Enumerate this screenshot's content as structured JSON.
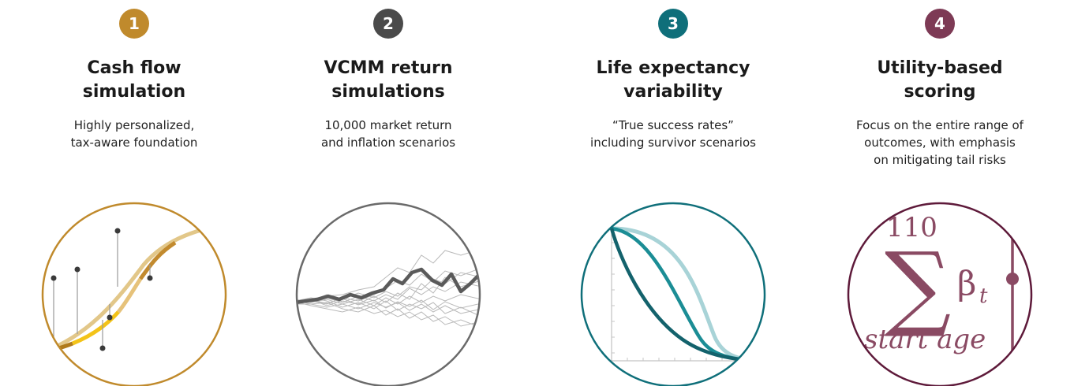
{
  "colors": {
    "step1": "#c08a2c",
    "step2": "#4a4a4a",
    "step3": "#0f6f7a",
    "step4": "#7d3a55",
    "circle4": "#5e1a3a",
    "circle2": "#6a6a6a"
  },
  "steps": [
    {
      "number": "1",
      "title_lines": [
        "Cash flow",
        "simulation"
      ],
      "desc_lines": [
        "Highly personalized,",
        "tax-aware foundation"
      ],
      "icon": "cash-flow-curve-icon"
    },
    {
      "number": "2",
      "title_lines": [
        "VCMM return",
        "simulations"
      ],
      "desc_lines": [
        "10,000 market return",
        "and inflation scenarios"
      ],
      "icon": "return-paths-icon"
    },
    {
      "number": "3",
      "title_lines": [
        "Life expectancy",
        "variability"
      ],
      "desc_lines": [
        "“True success rates”",
        "including survivor scenarios"
      ],
      "icon": "survival-curves-icon"
    },
    {
      "number": "4",
      "title_lines": [
        "Utility-based",
        "scoring"
      ],
      "desc_lines": [
        "Focus on the entire range of",
        "outcomes, with emphasis",
        "on mitigating tail risks"
      ],
      "icon": "summation-formula-icon",
      "formula": {
        "upper": "110",
        "symbol": "∑",
        "term": "β",
        "subscript": "t",
        "lower": "start age"
      }
    }
  ]
}
